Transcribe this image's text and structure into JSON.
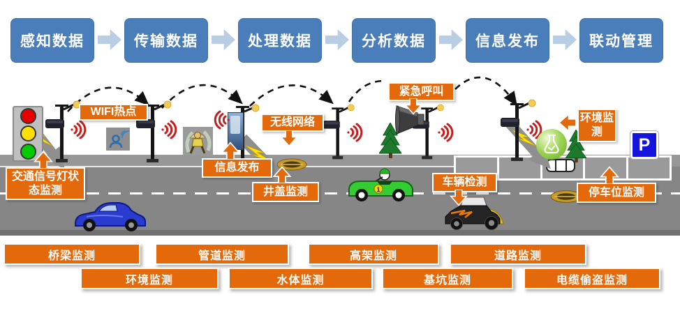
{
  "flow": {
    "steps": [
      "感知数据",
      "传输数据",
      "处理数据",
      "分析数据",
      "信息发布",
      "联动管理"
    ]
  },
  "scene": {
    "callouts": {
      "wifi_hotspot": "WIFI热点",
      "wireless_network": "无线网络",
      "emergency_call": "紧急呼叫",
      "environment_monitor": "环境监测",
      "traffic_light_status": "交通信号灯状态监测",
      "info_release": "信息发布",
      "manhole_monitor": "井盖监测",
      "vehicle_detect": "车辆检测",
      "parking_monitor": "停车位监测"
    },
    "parking_sign": "P",
    "green_car_number": "1"
  },
  "bottom_boxes": {
    "row1": [
      "桥梁监测",
      "管道监测",
      "高架监测",
      "道路监测"
    ],
    "row2": [
      "环境监测",
      "水体监测",
      "基坑监测",
      "电缆偷盗监测"
    ]
  },
  "colors": {
    "flow_box_blue": "#4a7ebb",
    "flow_arrow_blue": "#b9cde5",
    "label_orange": "#e3690b",
    "road_gray": "#868686",
    "wifi_red": "#c41f1f",
    "tree_green": "#1d7a2d",
    "parking_sign_blue": "#1414dd"
  }
}
